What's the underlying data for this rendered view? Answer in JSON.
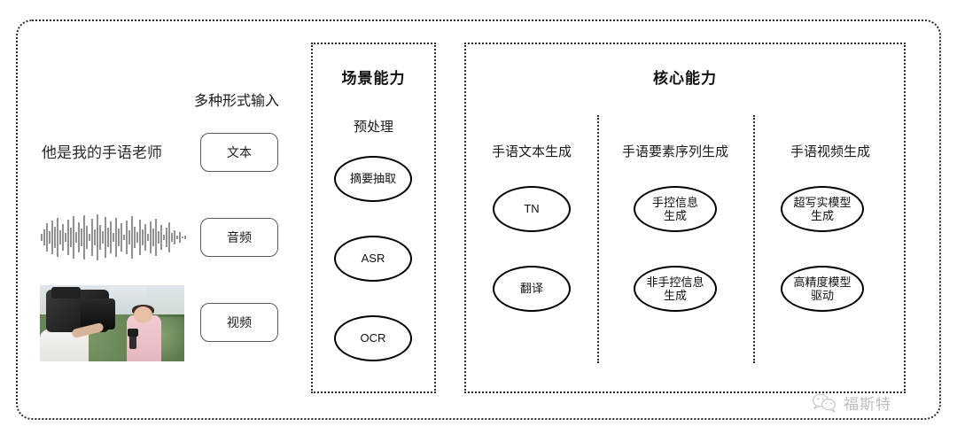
{
  "diagram": {
    "input_section": {
      "heading": "多种形式输入",
      "sample_text": "他是我的手语老师",
      "modalities": [
        {
          "label": "文本",
          "media": "text-sample"
        },
        {
          "label": "音频",
          "media": "audio-waveform"
        },
        {
          "label": "视频",
          "media": "video-thumbnail"
        }
      ]
    },
    "scene_panel": {
      "title": "场景能力",
      "groups": [
        {
          "header": "预处理",
          "nodes": [
            "摘要抽取",
            "ASR",
            "OCR"
          ]
        }
      ]
    },
    "core_panel": {
      "title": "核心能力",
      "groups": [
        {
          "header": "手语文本生成",
          "nodes": [
            "TN",
            "翻译"
          ]
        },
        {
          "header": "手语要素序列生成",
          "nodes": [
            "手控信息\n生成",
            "非手控信息\n生成"
          ]
        },
        {
          "header": "手语视频生成",
          "nodes": [
            "超写实模型\n生成",
            "高精度模型\n驱动"
          ]
        }
      ]
    },
    "watermark": {
      "text": "福斯特",
      "icon": "wechat-icon"
    },
    "colors": {
      "stroke": "#2b2b2b",
      "node_stroke": "#000000",
      "text": "#1a1a1a",
      "background": "#ffffff"
    }
  }
}
